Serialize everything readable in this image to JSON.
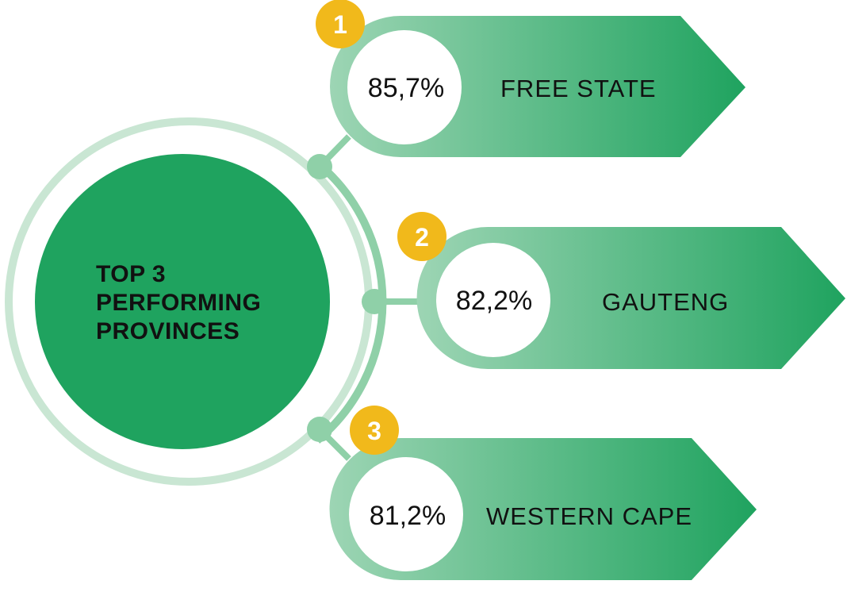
{
  "center": {
    "title_lines": [
      "TOP 3",
      "PERFORMING",
      "PROVINCES"
    ]
  },
  "items": [
    {
      "rank": "1",
      "percent": "85,7%",
      "province": "FREE STATE"
    },
    {
      "rank": "2",
      "percent": "82,2%",
      "province": "GAUTENG"
    },
    {
      "rank": "3",
      "percent": "81,2%",
      "province": "WESTERN CAPE"
    }
  ],
  "colors": {
    "primary_green": "#1fa35f",
    "light_green": "#8fd0a8",
    "ring": "#c9e6d3",
    "badge": "#f1b91b",
    "white": "#ffffff"
  },
  "icons": [
    "rank-badge-icon",
    "connector-dot-icon"
  ]
}
